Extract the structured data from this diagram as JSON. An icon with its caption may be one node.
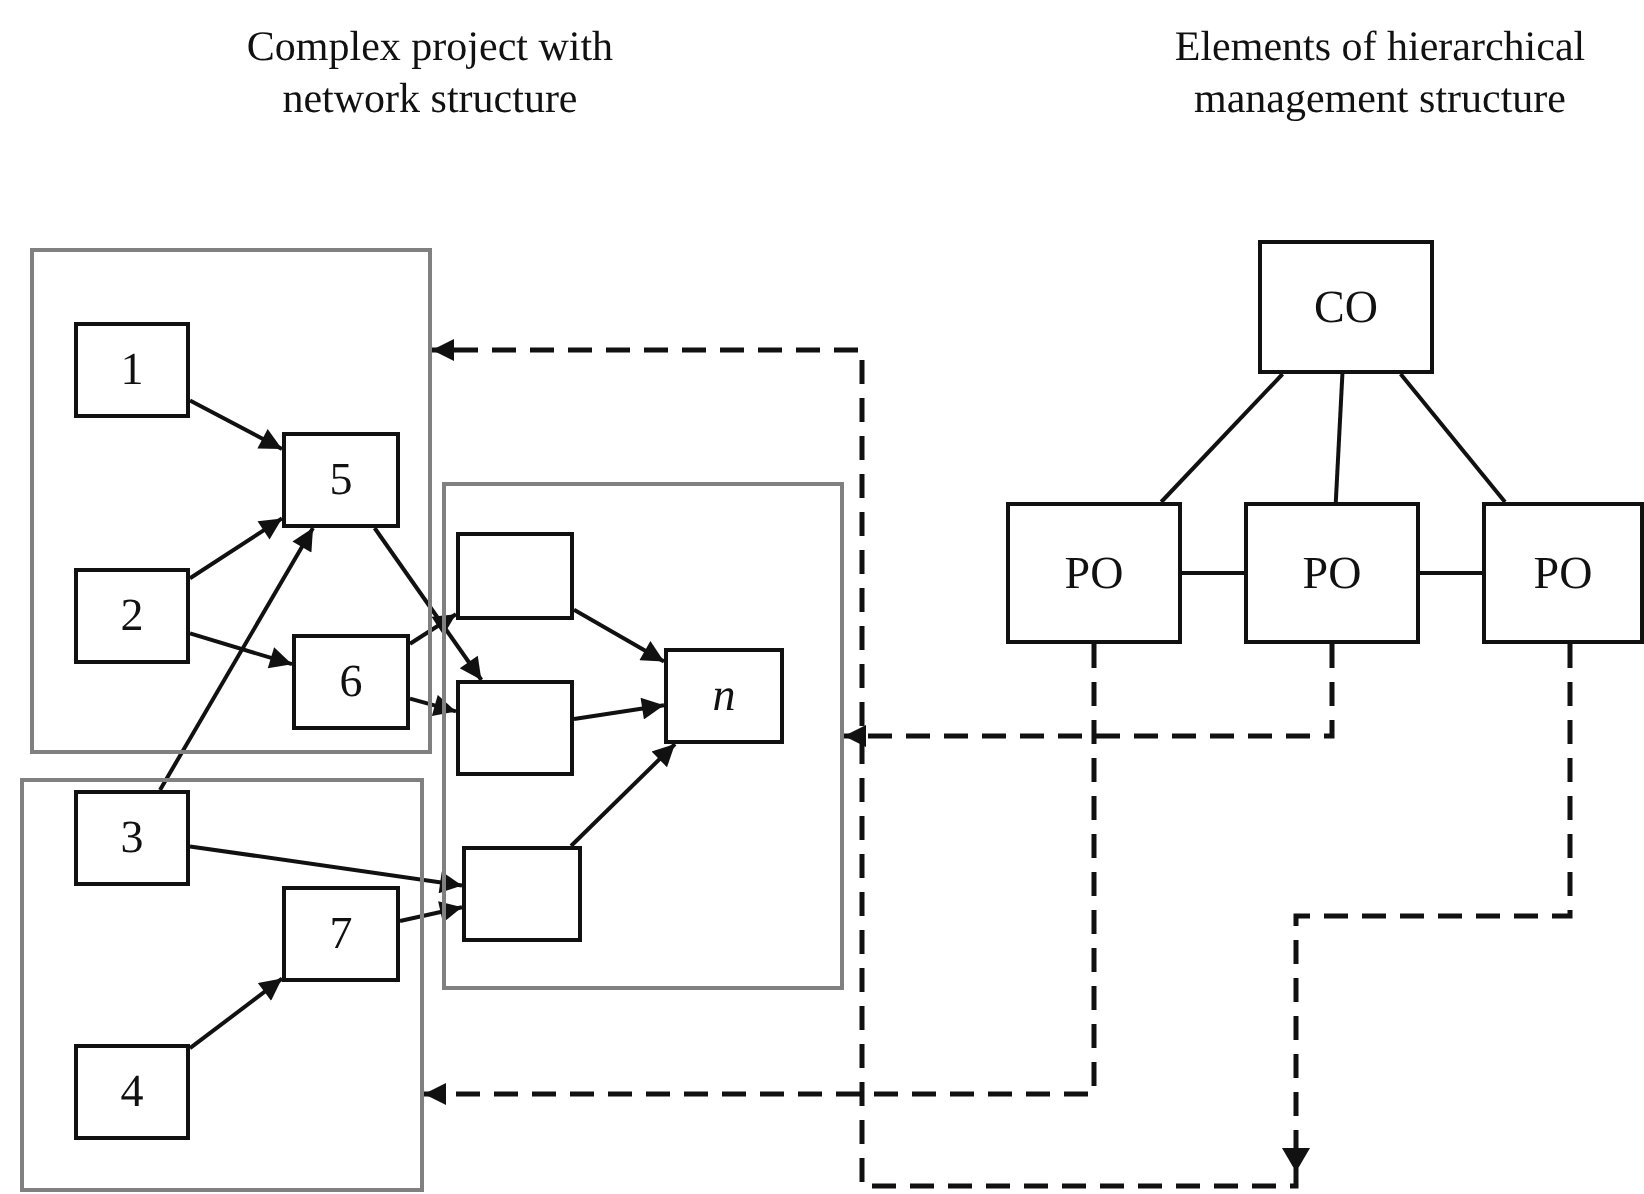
{
  "diagram": {
    "nodes": [
      {
        "text": [],
        "shape": "box"
      },
      {
        "text": [
          "1"
        ],
        "in": 0
      },
      {
        "text": [
          "2"
        ],
        "in": 0
      },
      {
        "text": [
          "5"
        ],
        "in": 0
      },
      {
        "text": [
          "6"
        ],
        "in": 0
      },
      {
        "text": [],
        "shape": "box"
      },
      {
        "text": [
          "3"
        ],
        "in": 5
      },
      {
        "text": [
          "7"
        ],
        "in": 5
      },
      {
        "text": [
          "4"
        ],
        "in": 5
      },
      {
        "text": [],
        "shape": "box"
      },
      {
        "text": [],
        "shape": "box",
        "in": 9
      },
      {
        "text": [],
        "shape": "box",
        "in": 9
      },
      {
        "text": [],
        "shape": "box",
        "in": 9
      },
      {
        "text": [
          "n"
        ],
        "in": 9
      },
      {
        "text": [
          "CO"
        ]
      },
      {
        "text": [
          "PO"
        ]
      },
      {
        "text": [
          "PO"
        ]
      },
      {
        "text": [
          "PO"
        ]
      }
    ],
    "edges": [
      {
        "from": 1,
        "to": 3,
        "arrow": "to"
      },
      {
        "from": 2,
        "to": 3,
        "arrow": "to"
      },
      {
        "from": 2,
        "to": 4,
        "arrow": "to"
      },
      {
        "from": 6,
        "to": 3,
        "arrow": "to"
      },
      {
        "from": 6,
        "to": 12,
        "arrow": "to"
      },
      {
        "from": 8,
        "to": 7,
        "arrow": "to"
      },
      {
        "from": 7,
        "to": 12,
        "arrow": "to"
      },
      {
        "from": 4,
        "to": 10,
        "arrow": "to"
      },
      {
        "from": 4,
        "to": 11,
        "arrow": "to"
      },
      {
        "from": 3,
        "to": 11,
        "arrow": "to"
      },
      {
        "from": 10,
        "to": 13,
        "arrow": "to"
      },
      {
        "from": 11,
        "to": 13,
        "arrow": "to"
      },
      {
        "from": 12,
        "to": 13,
        "arrow": "to"
      },
      {
        "from": 14,
        "to": 15,
        "arrow": "none"
      },
      {
        "from": 14,
        "to": 16,
        "arrow": "none"
      },
      {
        "from": 14,
        "to": 17,
        "arrow": "none"
      },
      {
        "from": 15,
        "to": 16,
        "arrow": "none"
      },
      {
        "from": 16,
        "to": 17,
        "arrow": "none"
      },
      {
        "from": 16,
        "to": 9,
        "arrow": "to",
        "style": "dashed"
      },
      {
        "from": 15,
        "to": 5,
        "arrow": "to",
        "style": "dashed"
      },
      {
        "from": 17,
        "to": 0,
        "arrow": "to",
        "style": "dashed"
      }
    ],
    "labels": [
      "Complex project with network structure",
      "Elements of hierarchical management structure"
    ]
  }
}
